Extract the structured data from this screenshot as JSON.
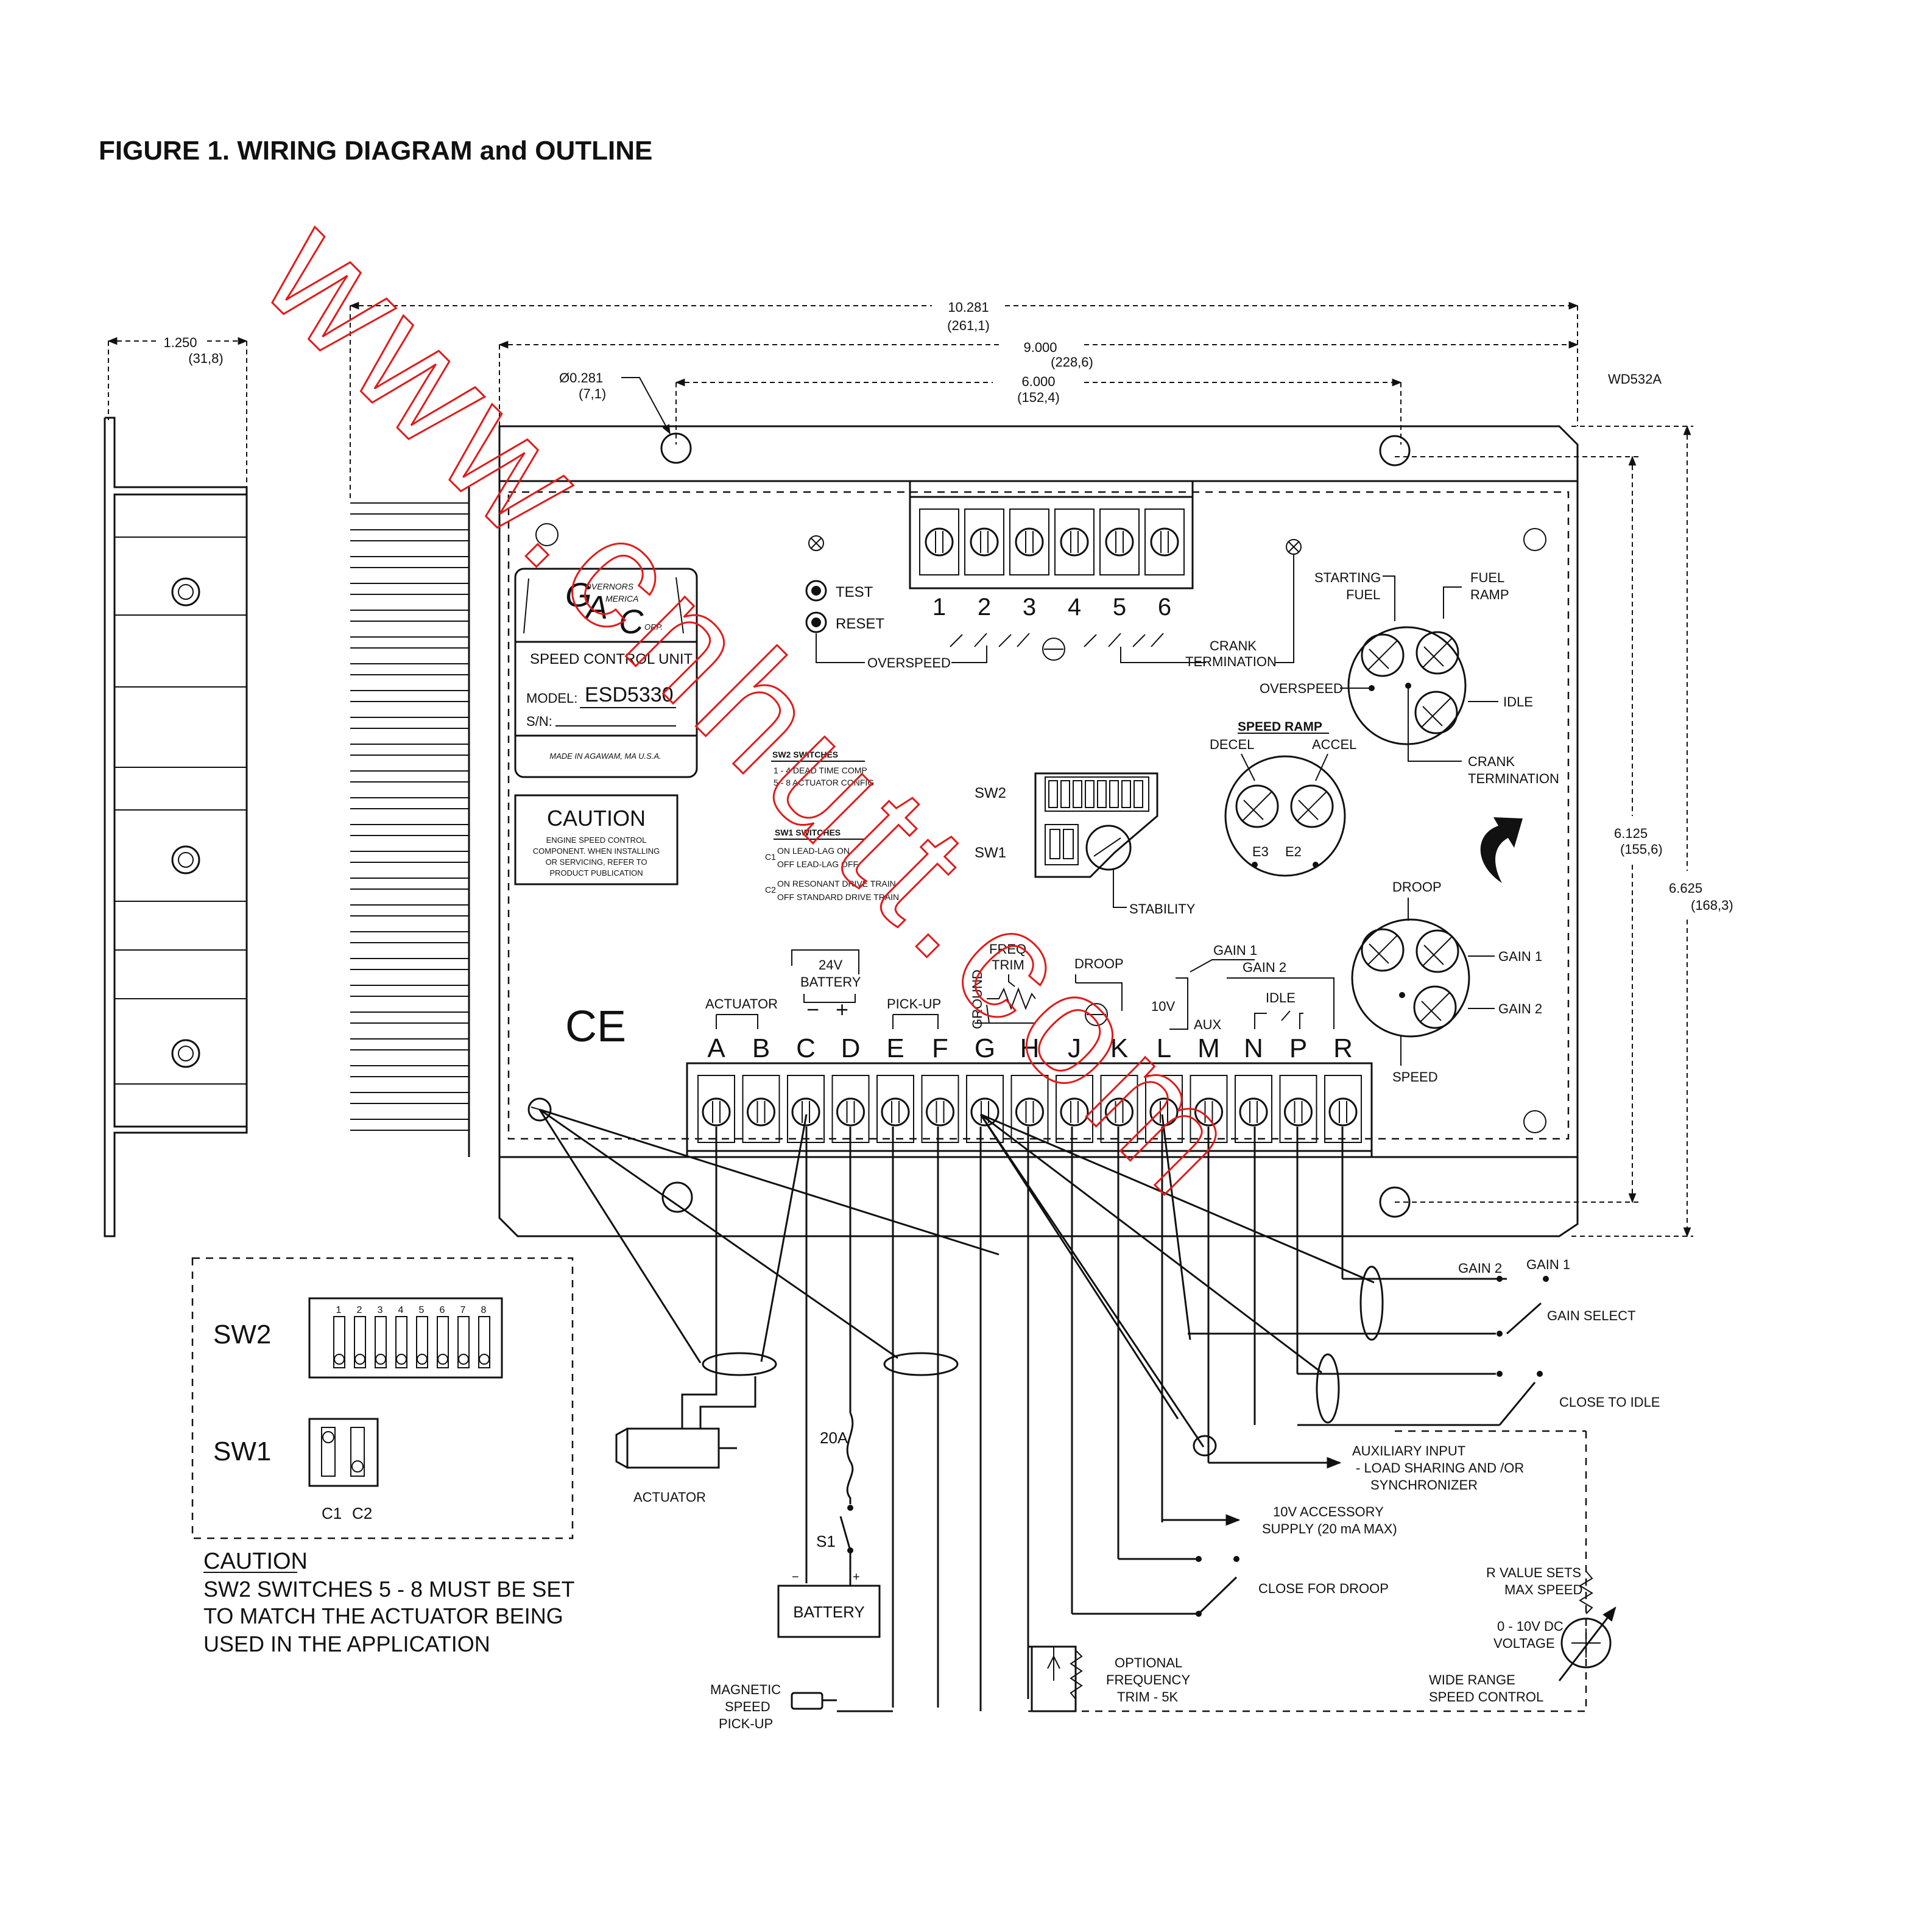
{
  "figure_title": "FIGURE 1. WIRING DIAGRAM and OUTLINE",
  "drawing_code": "WD532A",
  "dimensions": {
    "d1": "10.281",
    "d1m": "(261,1)",
    "d2": "9.000",
    "d2m": "(228,6)",
    "d3": "6.000",
    "d3m": "(152,4)",
    "d4": "Ø0.281",
    "d4m": "(7,1)",
    "d5": "1.250",
    "d5m": "(31,8)",
    "d6": "6.125",
    "d6m": "(155,6)",
    "d7": "6.625",
    "d7m": "(168,3)"
  },
  "label_plate": {
    "logo_g": "G",
    "logo_a": "A",
    "logo_c": "C",
    "logo_overnors": "OVERNORS",
    "logo_merica": "MERICA",
    "logo_orp": "ORP.",
    "title": "SPEED CONTROL UNIT",
    "model_label": "MODEL:",
    "model": "ESD5330",
    "sn_label": "S/N:",
    "made_in": "MADE IN AGAWAM, MA U.S.A."
  },
  "caution_box": {
    "title": "CAUTION",
    "line1": "ENGINE SPEED CONTROL",
    "line2": "COMPONENT. WHEN INSTALLING",
    "line3": "OR SERVICING, REFER TO",
    "line4": "PRODUCT PUBLICATION"
  },
  "ce_mark": "CE",
  "top_controls": {
    "test": "TEST",
    "reset": "RESET",
    "overspeed": "OVERSPEED",
    "crank1": "CRANK",
    "crank2": "TERMINATION",
    "starting1": "STARTING",
    "starting2": "FUEL",
    "fuel1": "FUEL",
    "fuel2": "RAMP",
    "overspeed_pot": "OVERSPEED",
    "idle": "IDLE",
    "crank_pot1": "CRANK",
    "crank_pot2": "TERMINATION"
  },
  "top_terminals": [
    "1",
    "2",
    "3",
    "4",
    "5",
    "6"
  ],
  "speed_ramp": {
    "title": "SPEED RAMP",
    "decel": "DECEL",
    "accel": "ACCEL",
    "e3": "E3",
    "e2": "E2"
  },
  "sw2_text": {
    "title": "SW2 SWITCHES",
    "l1": "1 - 4  DEAD TIME COMP",
    "l2": "5 - 8  ACTUATOR CONFIG"
  },
  "sw1_text": {
    "title": "SW1 SWITCHES",
    "c1": "C1",
    "c1on": "ON   LEAD-LAG ON",
    "c1off": "OFF  LEAD-LAG OFF",
    "c2": "C2",
    "c2on": "ON   RESONANT DRIVE TRAIN",
    "c2off": "OFF  STANDARD DRIVE TRAIN"
  },
  "sw_labels": {
    "sw2": "SW2",
    "sw1": "SW1",
    "stability": "STABILITY"
  },
  "gain_pots": {
    "droop": "DROOP",
    "gain1": "GAIN 1",
    "gain2": "GAIN 2",
    "speed": "SPEED"
  },
  "terminal_labels": {
    "actuator": "ACTUATOR",
    "battery1": "24V",
    "battery2": "BATTERY",
    "minus": "−",
    "plus": "+",
    "pickup": "PICK-UP",
    "ground": "GROUND",
    "freq1": "FREQ",
    "freq2": "TRIM",
    "droop": "DROOP",
    "gain1": "GAIN 1",
    "gain2": "GAIN 2",
    "v10": "10V",
    "aux": "AUX",
    "idle": "IDLE"
  },
  "bottom_terminals": [
    "A",
    "B",
    "C",
    "D",
    "E",
    "F",
    "G",
    "H",
    "J",
    "K",
    "L",
    "M",
    "N",
    "P",
    "R"
  ],
  "external": {
    "gain2": "GAIN 2",
    "gain1": "GAIN 1",
    "gain_select": "GAIN SELECT",
    "close_idle": "CLOSE TO IDLE",
    "aux1": "AUXILIARY INPUT",
    "aux2": "-  LOAD SHARING AND /OR",
    "aux3": "SYNCHRONIZER",
    "acc1": "10V ACCESSORY",
    "acc2": "SUPPLY (20 mA MAX)",
    "close_droop": "CLOSE FOR DROOP",
    "rval1": "R VALUE SETS",
    "rval2": "MAX SPEED",
    "volt1": "0 - 10V DC",
    "volt2": "VOLTAGE",
    "wide1": "WIDE RANGE",
    "wide2": "SPEED CONTROL",
    "opt1": "OPTIONAL",
    "opt2": "FREQUENCY",
    "opt3": "TRIM - 5K",
    "mag1": "MAGNETIC",
    "mag2": "SPEED",
    "mag3": "PICK-UP",
    "battery": "BATTERY",
    "fuse": "20A",
    "s1": "S1",
    "actuator": "ACTUATOR",
    "bat_minus": "−",
    "bat_plus": "+"
  },
  "switch_detail": {
    "sw2": "SW2",
    "sw1": "SW1",
    "nums": [
      "1",
      "2",
      "3",
      "4",
      "5",
      "6",
      "7",
      "8"
    ],
    "c1": "C1",
    "c2": "C2"
  },
  "bottom_caution": {
    "title": "CAUTION",
    "l1": "SW2 SWITCHES 5 - 8 MUST BE SET",
    "l2": "TO MATCH THE ACTUATOR BEING",
    "l3": "USED IN THE APPLICATION"
  },
  "watermark": "www.cnhutt.com"
}
